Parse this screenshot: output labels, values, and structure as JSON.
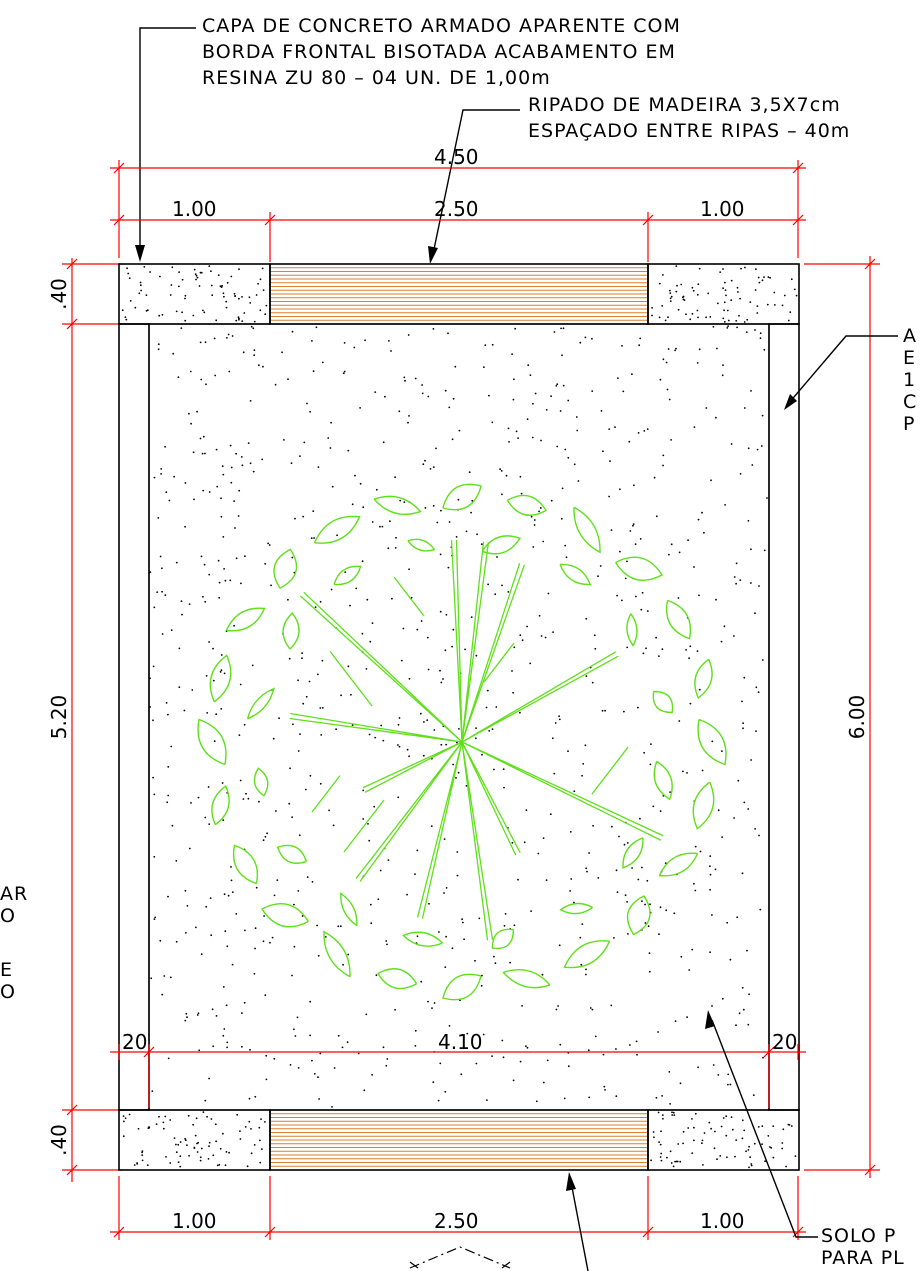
{
  "notes": {
    "cap_lines": [
      "CAPA DE CONCRETO ARMADO APARENTE COM",
      "BORDA FRONTAL BISOTADA ACABAMENTO EM",
      "RESINA ZU 80 – 04 UN. DE 1,00m"
    ],
    "slat_lines": [
      "RIPADO DE MADEIRA 3,5X7cm",
      "ESPAÇADO ENTRE RIPAS – 40m"
    ],
    "right_wall_lines": [
      "A",
      "E",
      "1",
      "C",
      "P"
    ],
    "left_lines": [
      "AR",
      "O",
      "E",
      "O"
    ],
    "soil_lines": [
      "SOLO P",
      "PARA PL"
    ]
  },
  "dimensions": {
    "total_width": "4.50",
    "top_left": "1.00",
    "top_center": "2.50",
    "top_right": "1.00",
    "top_cap": ".40",
    "bottom_cap": ".40",
    "inner_height": "5.20",
    "total_height": "6.00",
    "inner_width": "4.10",
    "wall_left": "20",
    "wall_right": "20",
    "bottom_left": "1.00",
    "bottom_center": "2.50",
    "bottom_right": "1.00"
  },
  "colors": {
    "dimension_lines": "#ff0000",
    "vegetation": "#5fe01a",
    "wood_slats": "#d9822b",
    "outline": "#000000"
  }
}
